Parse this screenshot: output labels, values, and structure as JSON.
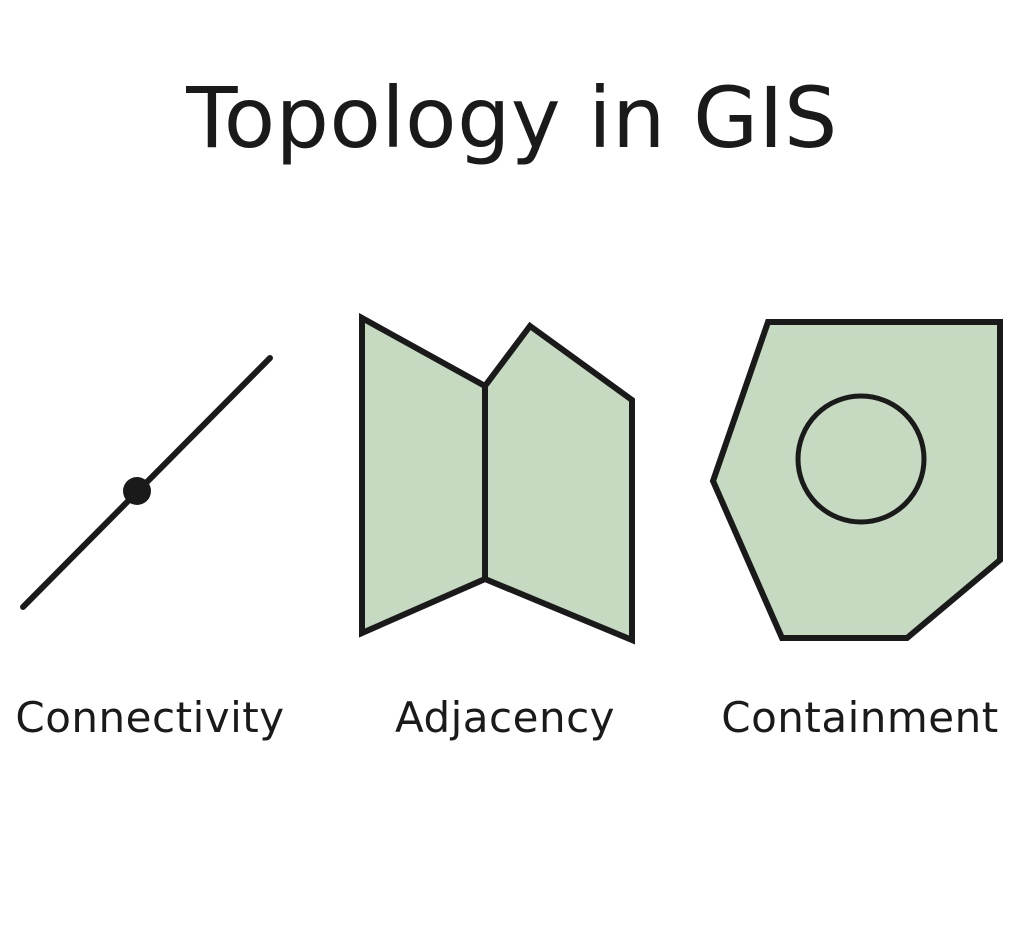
{
  "title": "Topology in GIS",
  "colors": {
    "stroke": "#1a1a1a",
    "fill": "#c5dac1",
    "background": "#ffffff"
  },
  "panels": [
    {
      "id": "connectivity",
      "label": "Connectivity"
    },
    {
      "id": "adjacency",
      "label": "Adjacency"
    },
    {
      "id": "containment",
      "label": "Containment"
    }
  ]
}
